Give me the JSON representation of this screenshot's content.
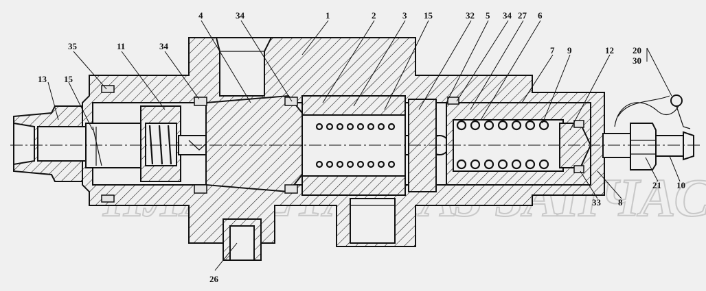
{
  "watermark": "ПЛАНЕТА МАЗ ЗАПЧАСТИ",
  "callouts": [
    {
      "id": "c1",
      "label": "1"
    },
    {
      "id": "c2",
      "label": "2"
    },
    {
      "id": "c3",
      "label": "3"
    },
    {
      "id": "c4",
      "label": "4"
    },
    {
      "id": "c5",
      "label": "5"
    },
    {
      "id": "c6",
      "label": "6"
    },
    {
      "id": "c7",
      "label": "7"
    },
    {
      "id": "c8",
      "label": "8"
    },
    {
      "id": "c9",
      "label": "9"
    },
    {
      "id": "c10",
      "label": "10"
    },
    {
      "id": "c11",
      "label": "11"
    },
    {
      "id": "c12",
      "label": "12"
    },
    {
      "id": "c13",
      "label": "13"
    },
    {
      "id": "c15a",
      "label": "15"
    },
    {
      "id": "c15b",
      "label": "15"
    },
    {
      "id": "c20",
      "label": "20"
    },
    {
      "id": "c21",
      "label": "21"
    },
    {
      "id": "c26",
      "label": "26"
    },
    {
      "id": "c27",
      "label": "27"
    },
    {
      "id": "c30",
      "label": "30"
    },
    {
      "id": "c32",
      "label": "32"
    },
    {
      "id": "c33",
      "label": "33"
    },
    {
      "id": "c34a",
      "label": "34"
    },
    {
      "id": "c34b",
      "label": "34"
    },
    {
      "id": "c34c",
      "label": "34"
    },
    {
      "id": "c35",
      "label": "35"
    }
  ]
}
